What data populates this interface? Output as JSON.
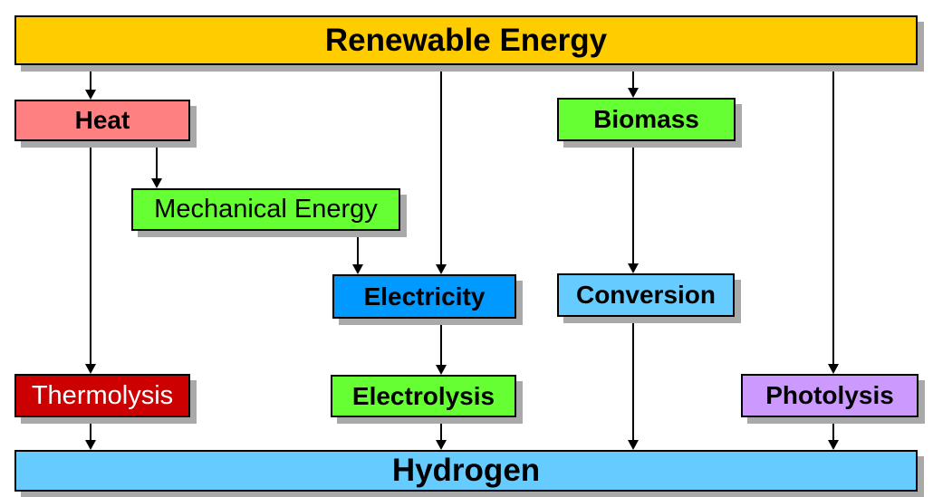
{
  "colors": {
    "gold": "#FFCC00",
    "salmon": "#FF8080",
    "green": "#66FF33",
    "blue": "#0099FF",
    "light_blue": "#66CCFF",
    "dark_red": "#CC0000",
    "purple": "#CC99FF",
    "shadow": "#A9A9A9",
    "border": "#000000"
  },
  "nodes": {
    "renewable_energy": {
      "label": "Renewable Energy",
      "bg": "#FFCC00",
      "fg": "#000000"
    },
    "heat": {
      "label": "Heat",
      "bg": "#FF8080",
      "fg": "#000000"
    },
    "biomass": {
      "label": "Biomass",
      "bg": "#66FF33",
      "fg": "#000000"
    },
    "mechanical_energy": {
      "label": "Mechanical Energy",
      "bg": "#66FF33",
      "fg": "#000000"
    },
    "electricity": {
      "label": "Electricity",
      "bg": "#0099FF",
      "fg": "#000000"
    },
    "conversion": {
      "label": "Conversion",
      "bg": "#66CCFF",
      "fg": "#000000"
    },
    "thermolysis": {
      "label": "Thermolysis",
      "bg": "#CC0000",
      "fg": "#FFFFFF"
    },
    "electrolysis": {
      "label": "Electrolysis",
      "bg": "#66FF33",
      "fg": "#000000"
    },
    "photolysis": {
      "label": "Photolysis",
      "bg": "#CC99FF",
      "fg": "#000000"
    },
    "hydrogen": {
      "label": "Hydrogen",
      "bg": "#66CCFF",
      "fg": "#000000"
    }
  },
  "edges": [
    {
      "from": "renewable_energy",
      "to": "heat"
    },
    {
      "from": "renewable_energy",
      "to": "electricity"
    },
    {
      "from": "renewable_energy",
      "to": "biomass"
    },
    {
      "from": "renewable_energy",
      "to": "photolysis"
    },
    {
      "from": "heat",
      "to": "mechanical_energy"
    },
    {
      "from": "heat",
      "to": "thermolysis"
    },
    {
      "from": "mechanical_energy",
      "to": "electricity"
    },
    {
      "from": "biomass",
      "to": "conversion"
    },
    {
      "from": "electricity",
      "to": "electrolysis"
    },
    {
      "from": "thermolysis",
      "to": "hydrogen"
    },
    {
      "from": "electrolysis",
      "to": "hydrogen"
    },
    {
      "from": "conversion",
      "to": "hydrogen"
    },
    {
      "from": "photolysis",
      "to": "hydrogen"
    }
  ]
}
